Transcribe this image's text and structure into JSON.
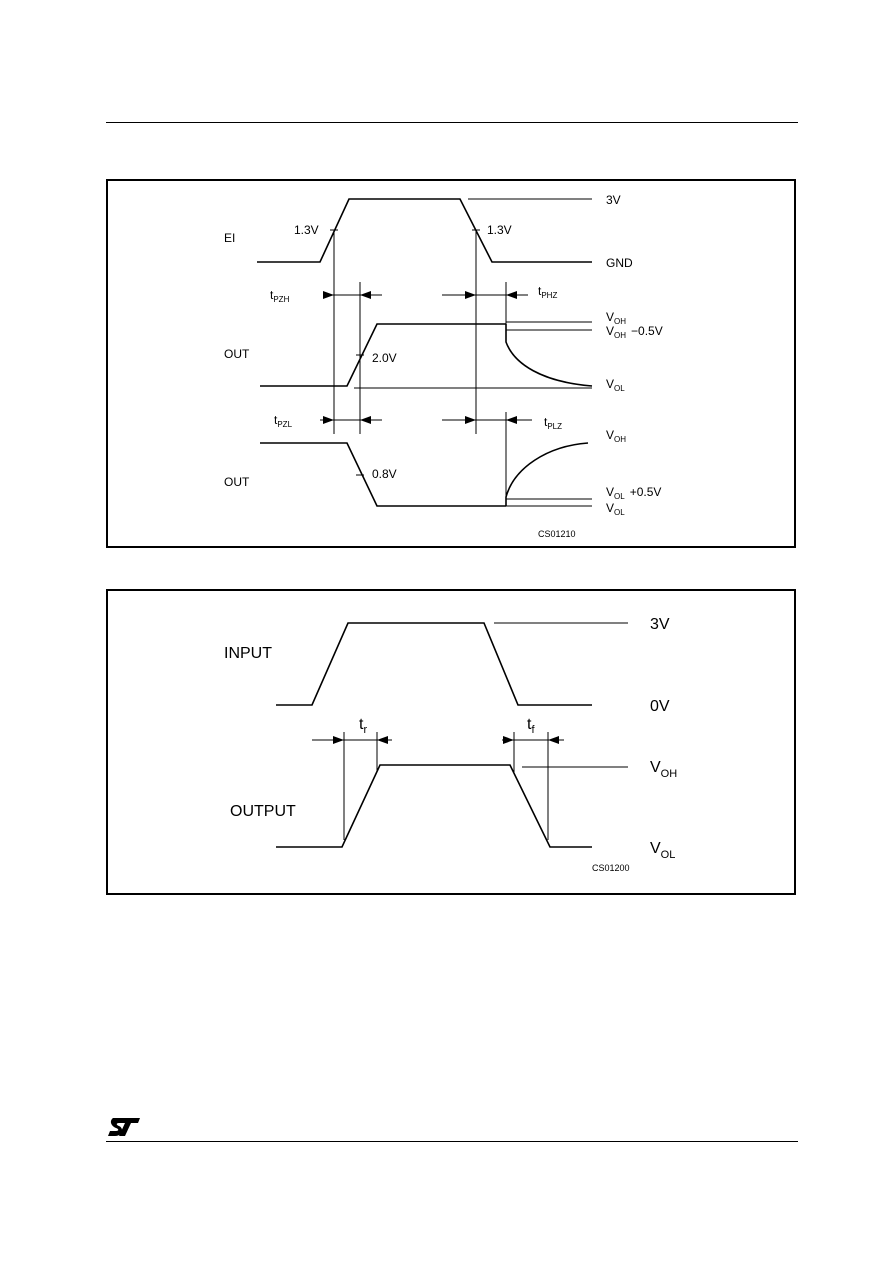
{
  "diagram1": {
    "labels": {
      "ei": "EI",
      "out_top": "OUT",
      "out_bottom": "OUT",
      "v13_left": "1.3V",
      "v13_right": "1.3V",
      "v20": "2.0V",
      "v08": "0.8V",
      "v3": "3V",
      "gnd": "GND",
      "code": "CS01210"
    },
    "timing": {
      "tpzh": {
        "t": "t",
        "sub": "PZH"
      },
      "tphz": {
        "t": "t",
        "sub": "PHZ"
      },
      "tpzl": {
        "t": "t",
        "sub": "PZL"
      },
      "tplz": {
        "t": "t",
        "sub": "PLZ"
      }
    },
    "levels": {
      "voh1": {
        "v": "V",
        "sub": "OH",
        "suffix": ""
      },
      "voh_minus": {
        "v": "V",
        "sub": "OH",
        "suffix": "−0.5V"
      },
      "vol1": {
        "v": "V",
        "sub": "OL",
        "suffix": ""
      },
      "voh2": {
        "v": "V",
        "sub": "OH",
        "suffix": ""
      },
      "vol_plus": {
        "v": "V",
        "sub": "OL",
        "suffix": "+0.5V"
      },
      "vol2": {
        "v": "V",
        "sub": "OL",
        "suffix": ""
      }
    }
  },
  "diagram2": {
    "labels": {
      "input": "INPUT",
      "output": "OUTPUT",
      "v3": "3V",
      "v0": "0V",
      "code": "CS01200"
    },
    "timing": {
      "tr": {
        "t": "t",
        "sub": "r"
      },
      "tf": {
        "t": "t",
        "sub": "f"
      }
    },
    "levels": {
      "voh": {
        "v": "V",
        "sub": "OH"
      },
      "vol": {
        "v": "V",
        "sub": "OL"
      }
    }
  }
}
